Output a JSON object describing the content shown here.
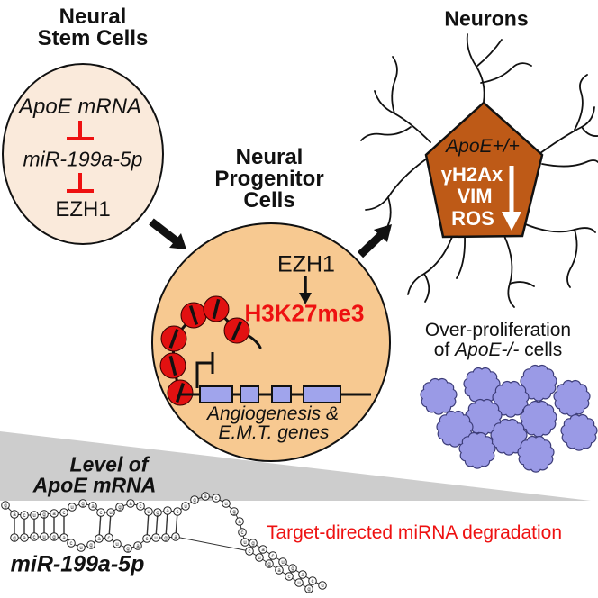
{
  "stem_cells": {
    "title_line1": "Neural",
    "title_line2": "Stem Cells",
    "node_mrna": "ApoE mRNA",
    "node_mirna": "miR-199a-5p",
    "node_ezh1": "EZH1"
  },
  "progenitor": {
    "title_line1": "Neural",
    "title_line2": "Progenitor",
    "title_line3": "Cells",
    "enzyme": "EZH1",
    "histone_mark": "H3K27me3",
    "genes_line1": "Angiogenesis &",
    "genes_line2": "E.M.T. genes"
  },
  "neurons": {
    "title": "Neurons",
    "genotype": "ApoE+/+",
    "markers": [
      "γH2Ax",
      "VIM",
      "ROS"
    ]
  },
  "proliferation": {
    "line1": "Over-proliferation",
    "line2_prefix": "of ",
    "line2_italic": "ApoE-/-",
    "line2_suffix": " cells"
  },
  "gradient_wedge": {
    "label_line1": "Level of",
    "label_line2": "ApoE mRNA"
  },
  "mirna_structure": {
    "label": "miR-199a-5p",
    "annotation": "Target-directed miRNA degradation",
    "nucleotide_pattern": "gacu"
  },
  "colors": {
    "stem_fill": "#faeadb",
    "progenitor_fill": "#f7c991",
    "neuron_fill": "#be5a17",
    "cell_fill": "#9a9ae6",
    "cell_stroke": "#3c3c78",
    "gene_box_fill": "#a0a4ec",
    "bead_fill": "#e21111",
    "accent_red": "#ee1111",
    "wedge_fill": "#cdcdcd"
  }
}
